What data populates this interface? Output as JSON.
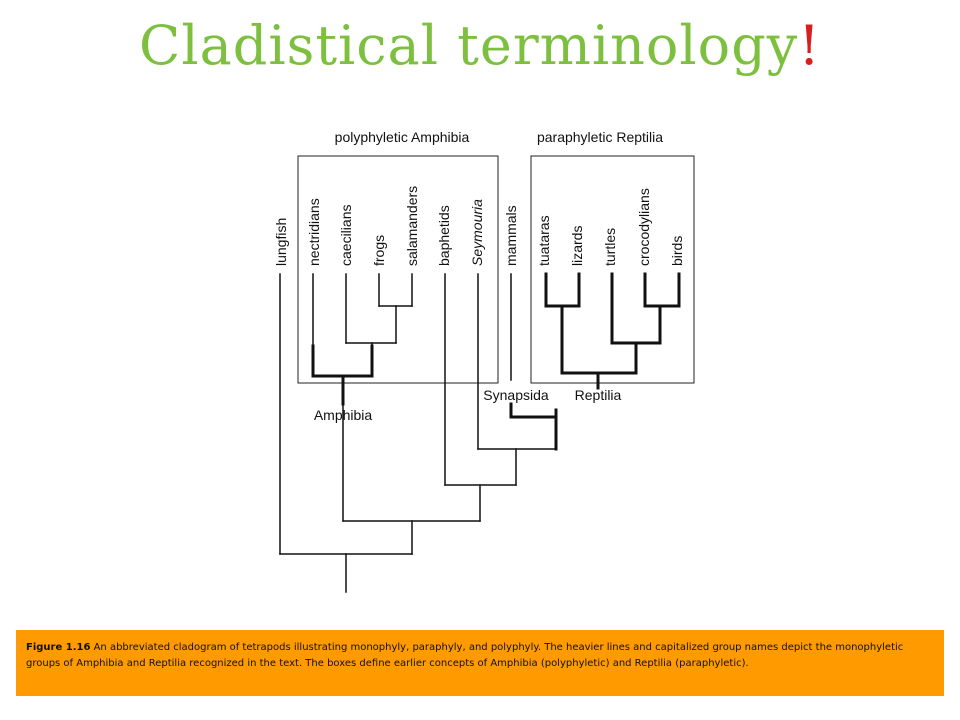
{
  "title": {
    "text": "Cladistical terminology",
    "exclamation": "!"
  },
  "groups": {
    "polyphyletic": "polyphyletic Amphibia",
    "paraphyletic": "paraphyletic Reptilia",
    "amphibia": "Amphibia",
    "synapsida": "Synapsida",
    "reptilia": "Reptilia"
  },
  "taxa": [
    "lungfish",
    "nectridians",
    "caecilians",
    "frogs",
    "salamanders",
    "baphetids",
    "Seymouria",
    "mammals",
    "tuataras",
    "lizards",
    "turtles",
    "crocodylians",
    "birds"
  ],
  "caption": {
    "label": "Figure 1.16",
    "text": "An abbreviated cladogram of tetrapods illustrating monophyly, paraphyly, and polyphyly. The heavier lines and capitalized group names depict the monophyletic groups of Amphibia and Reptilia recognized in the text. The boxes define earlier concepts of Amphibia (polyphyletic) and Reptilia (paraphyletic)."
  }
}
